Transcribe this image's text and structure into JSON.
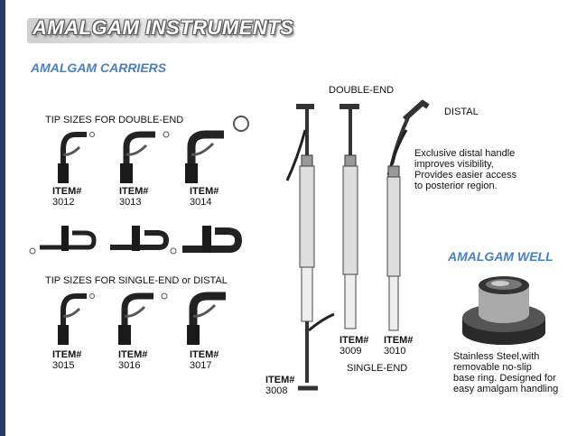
{
  "page": {
    "title": "AMALGAM INSTRUMENTS"
  },
  "carriers": {
    "heading": "AMALGAM CARRIERS",
    "double_end_label": "TIP SIZES FOR DOUBLE-END",
    "single_end_label": "TIP SIZES FOR SINGLE-END or DISTAL",
    "double_end_items": [
      {
        "prefix": "ITEM#",
        "code": "3012"
      },
      {
        "prefix": "ITEM#",
        "code": "3013"
      },
      {
        "prefix": "ITEM#",
        "code": "3014"
      }
    ],
    "single_end_items": [
      {
        "prefix": "ITEM#",
        "code": "3015"
      },
      {
        "prefix": "ITEM#",
        "code": "3016"
      },
      {
        "prefix": "ITEM#",
        "code": "3017"
      }
    ]
  },
  "instruments": {
    "double_end_label": "DOUBLE-END",
    "distal_label": "DISTAL",
    "single_end_label": "SINGLE-END",
    "distal_description": [
      "Exclusive distal handle",
      "improves visibility,",
      "Provides easier access",
      "to posterior region."
    ],
    "items": [
      {
        "prefix": "ITEM#",
        "code": "3008"
      },
      {
        "prefix": "ITEM#",
        "code": "3009"
      },
      {
        "prefix": "ITEM#",
        "code": "3010"
      }
    ]
  },
  "well": {
    "heading": "AMALGAM WELL",
    "description": [
      "Stainless Steel,with",
      "removable no-slip",
      "base ring. Designed for",
      "easy amalgam handling"
    ]
  },
  "colors": {
    "accent": "#4a7fc1",
    "sidebar": "#2b3a66"
  }
}
